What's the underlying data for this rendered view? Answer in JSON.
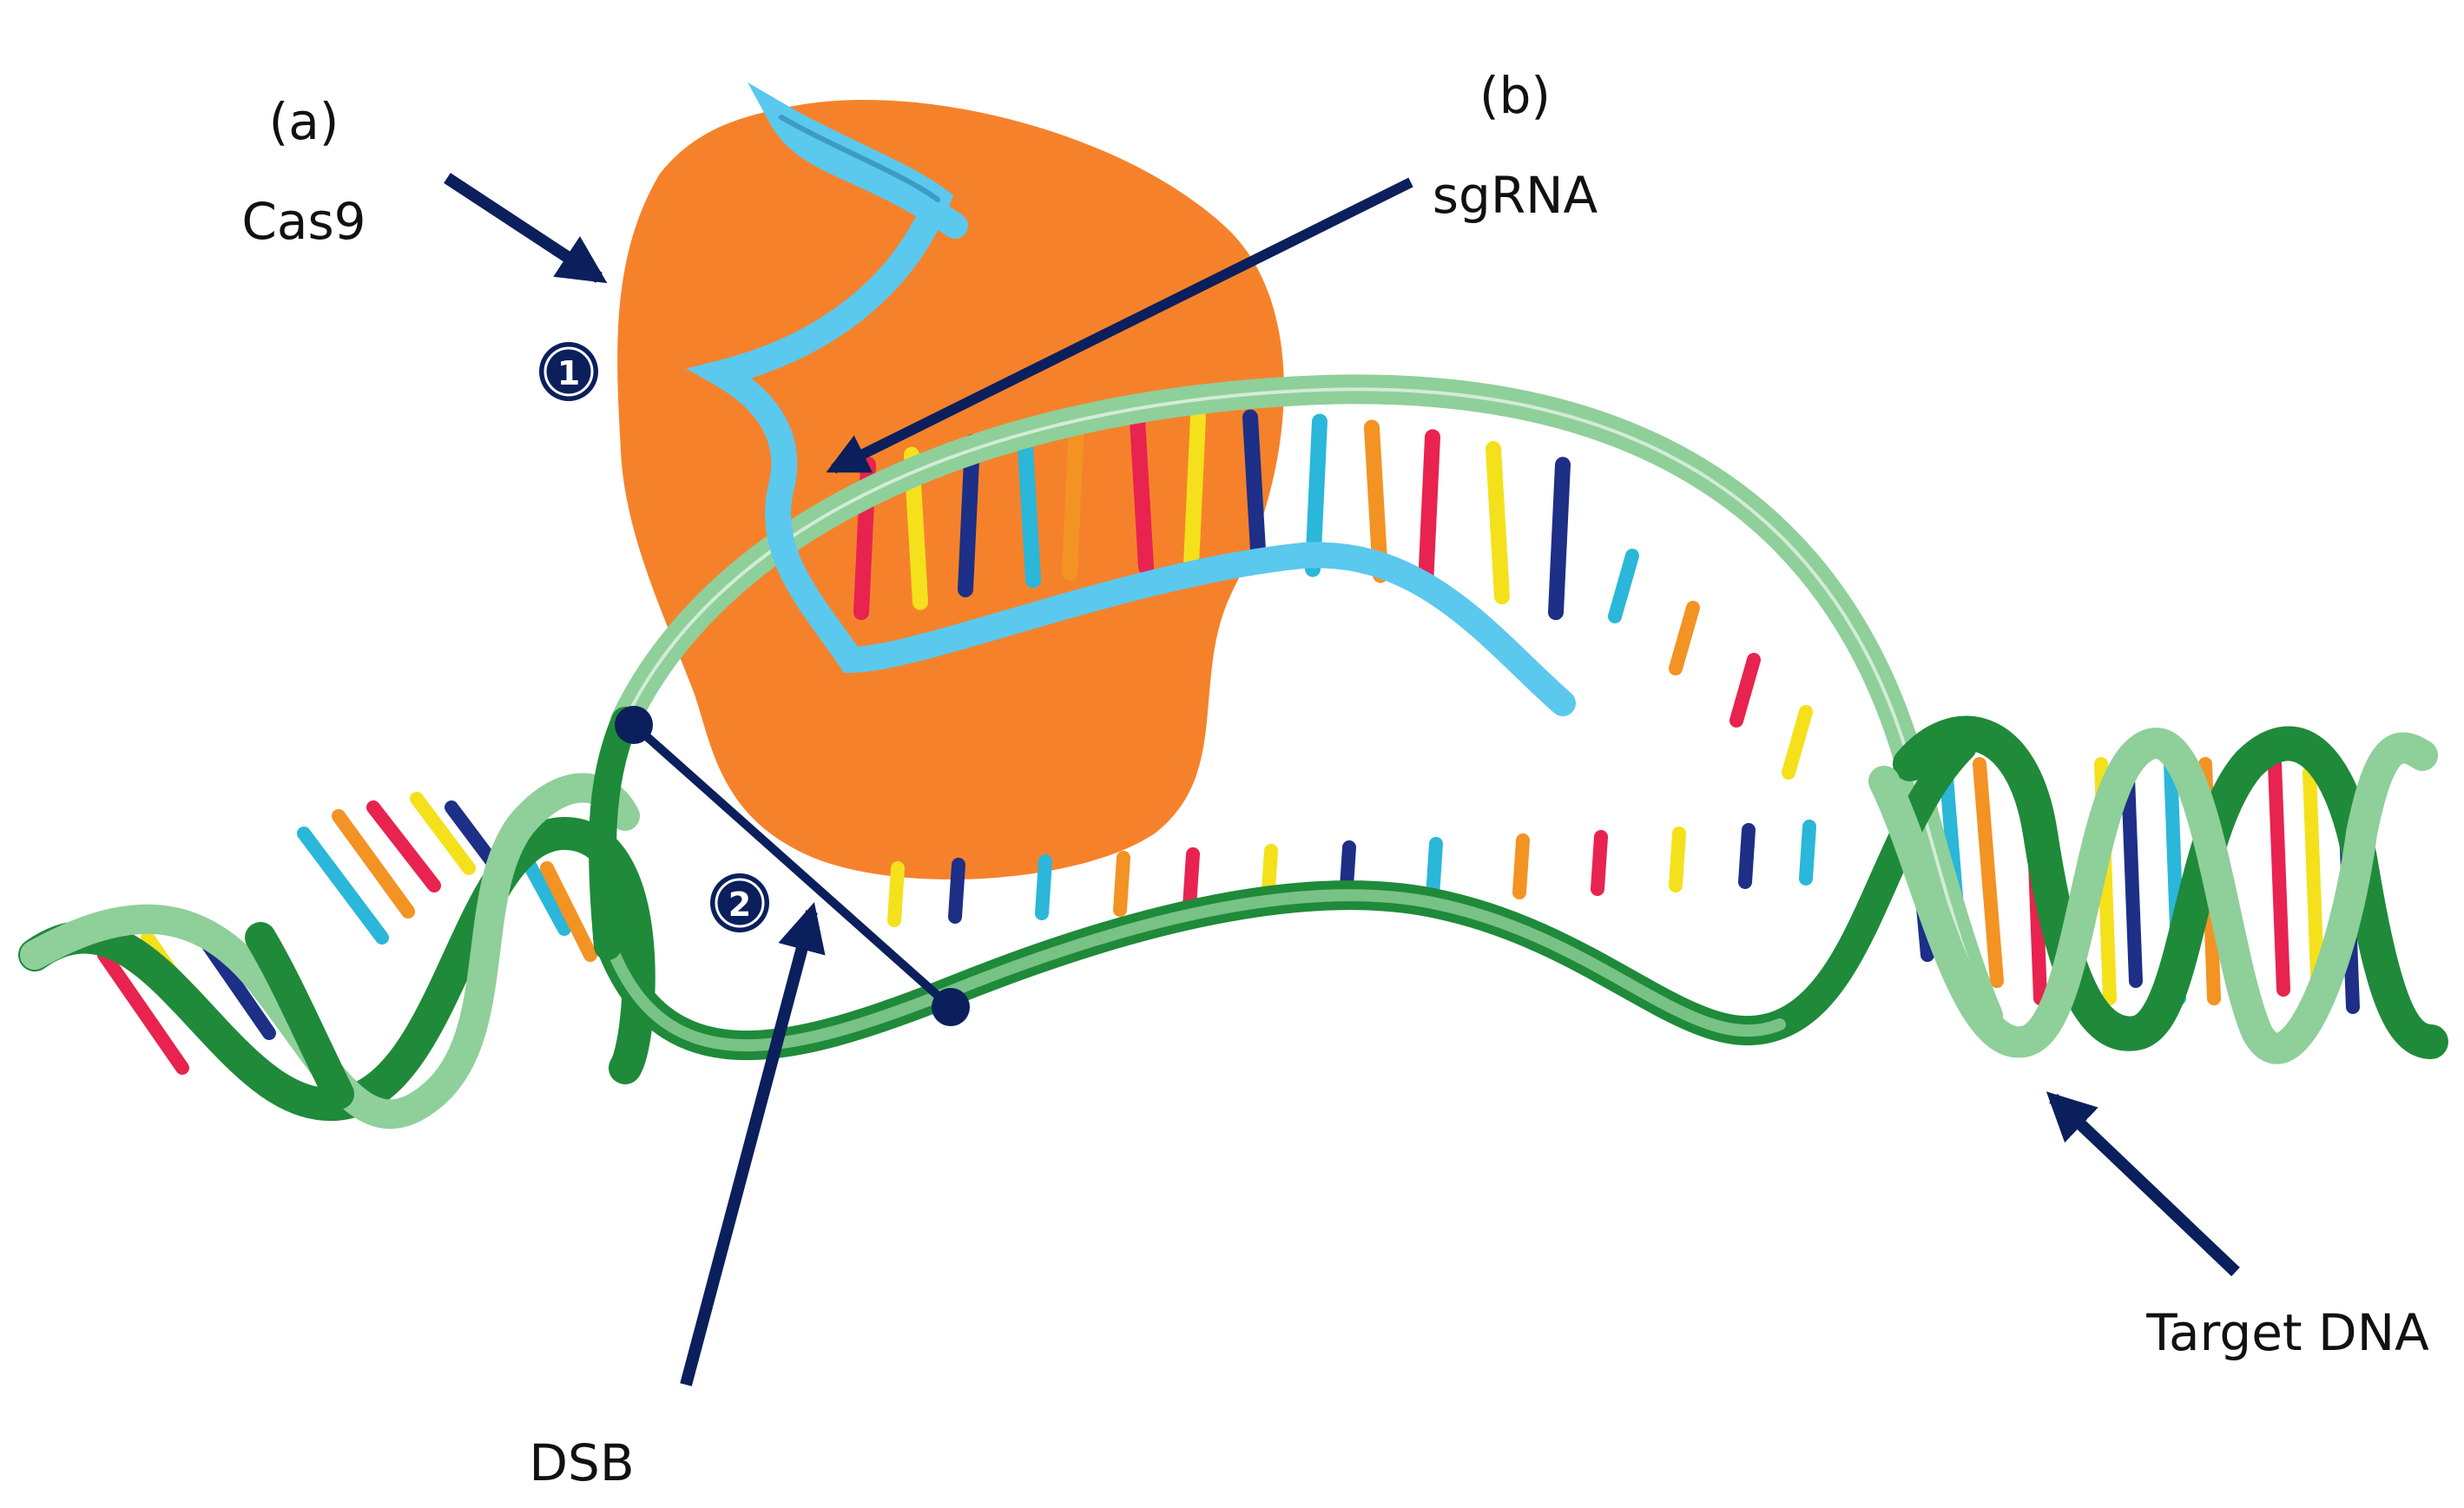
{
  "labels": {
    "a_marker": "(a)",
    "cas9": "Cas9",
    "b_marker": "(b)",
    "sgrna": "sgRNA",
    "dsb": "DSB",
    "target_dna": "Target DNA"
  },
  "steps": {
    "step1": "1",
    "step2": "2"
  },
  "colors": {
    "cas9_blob": "#f5822b",
    "dna_light": "#8fcf9a",
    "dna_dark": "#1f8a3a",
    "sgrna": "#5bc8ee",
    "arrow": "#0b1f5c",
    "base_red": "#e8234f",
    "base_yellow": "#f4e11c",
    "base_navy": "#1d2f86",
    "base_cyan": "#2ab7d9",
    "base_orange": "#f39323"
  }
}
